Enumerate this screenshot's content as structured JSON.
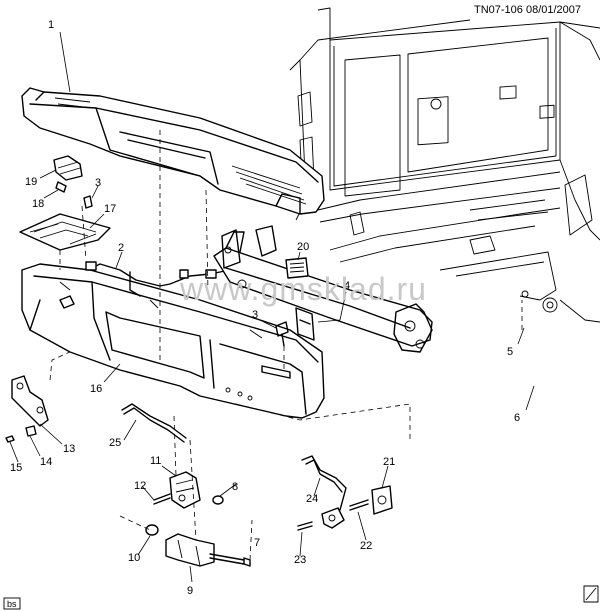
{
  "header": {
    "ref": "TN07-106 08/01/2007"
  },
  "watermark": "www.gmsklad.ru",
  "badge": "bs",
  "callouts": [
    "1",
    "2",
    "3",
    "3",
    "4",
    "5",
    "6",
    "7",
    "8",
    "9",
    "10",
    "11",
    "12",
    "13",
    "14",
    "15",
    "16",
    "17",
    "18",
    "19",
    "20",
    "21",
    "22",
    "23",
    "24",
    "25"
  ]
}
